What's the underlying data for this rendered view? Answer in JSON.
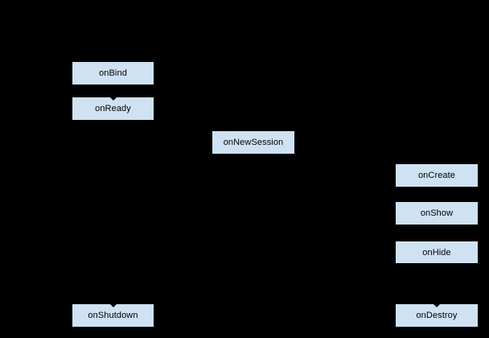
{
  "diagram": {
    "type": "lifecycle-flowchart",
    "background_color": "#000000",
    "node_fill_color": "#cfe2f3",
    "node_border_color": "#000000",
    "node_text_color": "#000000",
    "nodes": [
      {
        "label": "onBind"
      },
      {
        "label": "onReady"
      },
      {
        "label": "onNewSession"
      },
      {
        "label": "onCreate"
      },
      {
        "label": "onShow"
      },
      {
        "label": "onHide"
      },
      {
        "label": "onShutdown"
      },
      {
        "label": "onDestroy"
      }
    ]
  }
}
